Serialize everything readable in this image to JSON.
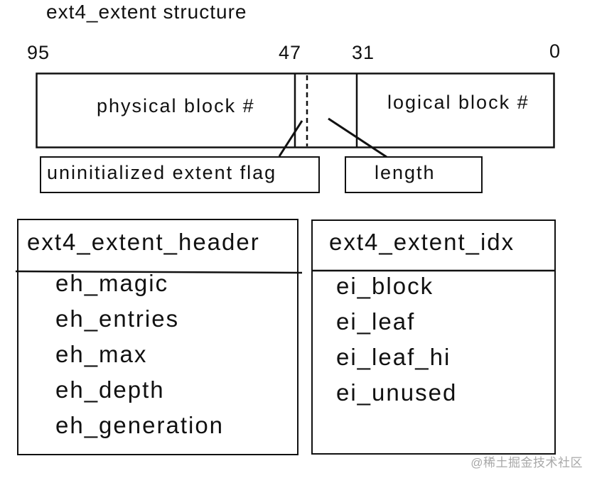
{
  "title": "ext4_extent structure",
  "bits": {
    "b95": "95",
    "b47": "47",
    "b31": "31",
    "b0": "0"
  },
  "fields": {
    "physical": "physical block #",
    "logical": "logical block #",
    "flag": "uninitialized extent flag",
    "length": "length"
  },
  "header": {
    "title": "ext4_extent_header",
    "members": [
      "eh_magic",
      "eh_entries",
      "eh_max",
      "eh_depth",
      "eh_generation"
    ]
  },
  "idx": {
    "title": "ext4_extent_idx",
    "members": [
      "ei_block",
      "ei_leaf",
      "ei_leaf_hi",
      "ei_unused"
    ]
  },
  "watermark": "@稀土掘金技术社区"
}
